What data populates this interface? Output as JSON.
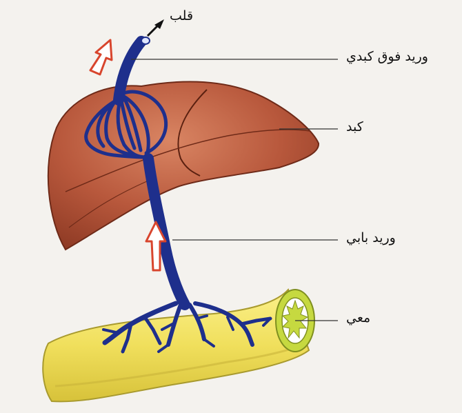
{
  "labels": {
    "heart": "قلب",
    "hepatic_vein": "وريد فوق كبدي",
    "liver": "كبد",
    "portal_vein": "وريد بابي",
    "intestine": "معي"
  },
  "colors": {
    "background": "#f4f2ee",
    "liver": "#b8583c",
    "vein": "#1e2f8c",
    "intestine": "#f0df5c",
    "flow_arrow": "#d8452d"
  }
}
